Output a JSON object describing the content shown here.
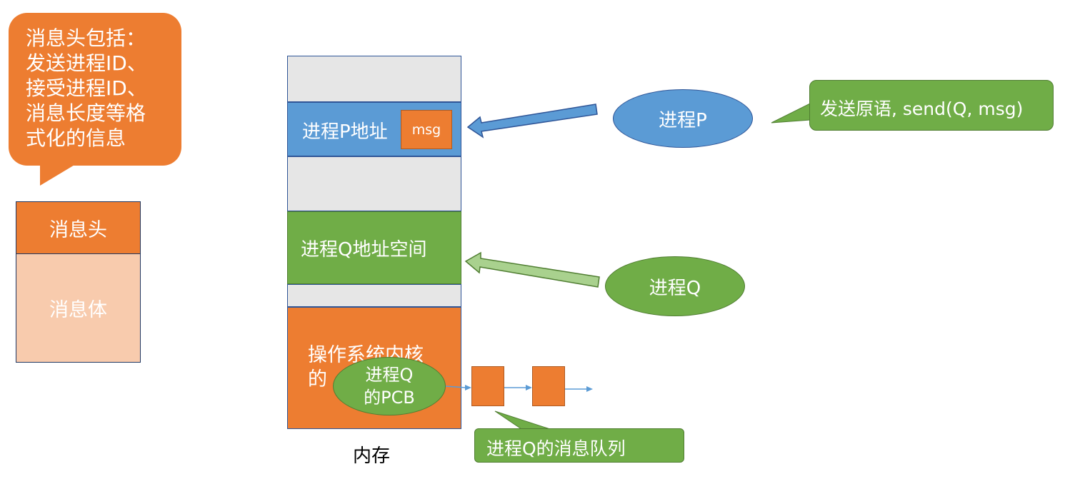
{
  "callout_header": {
    "lines": [
      "消息头包括：",
      "发送进程ID、",
      "接受进程ID、",
      "消息长度等格",
      "式化的信息"
    ]
  },
  "message_structure": {
    "head": "消息头",
    "body": "消息体"
  },
  "memory": {
    "p_space": "进程P地址",
    "msg": "msg",
    "q_space": "进程Q地址空间",
    "kernel_lines": [
      "操作系统内核",
      "的"
    ],
    "pcb_lines": [
      "进程Q",
      "的PCB"
    ],
    "label": "内存"
  },
  "processes": {
    "p": "进程P",
    "q": "进程Q"
  },
  "send_callout": "发送原语, send(Q, msg)",
  "queue_callout": "进程Q的消息队列",
  "colors": {
    "orange": "#ED7D31",
    "light_orange": "#F8CBAD",
    "blue": "#5B9BD5",
    "green": "#70AD47",
    "gray": "#E6E6E6"
  }
}
